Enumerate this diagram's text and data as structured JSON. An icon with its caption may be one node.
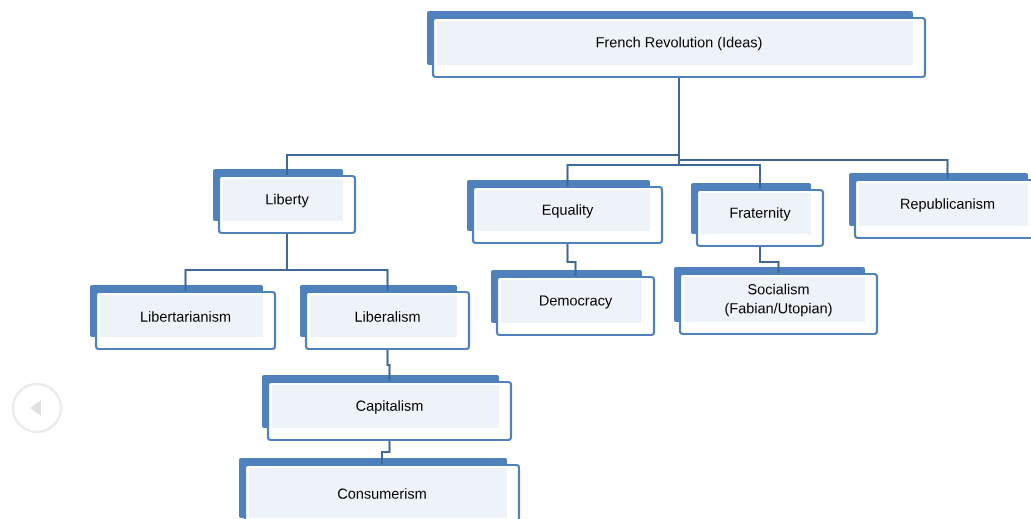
{
  "diagram": {
    "nodes": [
      {
        "text": [
          "French Revolution (Ideas)"
        ]
      },
      {
        "text": [
          "Liberty"
        ]
      },
      {
        "text": [
          "Equality"
        ]
      },
      {
        "text": [
          "Fraternity"
        ]
      },
      {
        "text": [
          "Republicanism"
        ]
      },
      {
        "text": [
          "Libertarianism"
        ]
      },
      {
        "text": [
          "Liberalism"
        ]
      },
      {
        "text": [
          "Democracy"
        ]
      },
      {
        "text": [
          "Socialism (Fabian/Utopian)"
        ]
      },
      {
        "text": [
          "Capitalism"
        ]
      },
      {
        "text": [
          "Consumerism"
        ]
      }
    ],
    "edges": [
      {
        "from": 0,
        "to": 1,
        "arrow": "none"
      },
      {
        "from": 0,
        "to": 2,
        "arrow": "none"
      },
      {
        "from": 0,
        "to": 3,
        "arrow": "none"
      },
      {
        "from": 0,
        "to": 4,
        "arrow": "none"
      },
      {
        "from": 1,
        "to": 5,
        "arrow": "none"
      },
      {
        "from": 1,
        "to": 6,
        "arrow": "none"
      },
      {
        "from": 2,
        "to": 7,
        "arrow": "none"
      },
      {
        "from": 3,
        "to": 8,
        "arrow": "none"
      },
      {
        "from": 6,
        "to": 9,
        "arrow": "none"
      },
      {
        "from": 9,
        "to": 10,
        "arrow": "none"
      }
    ]
  }
}
